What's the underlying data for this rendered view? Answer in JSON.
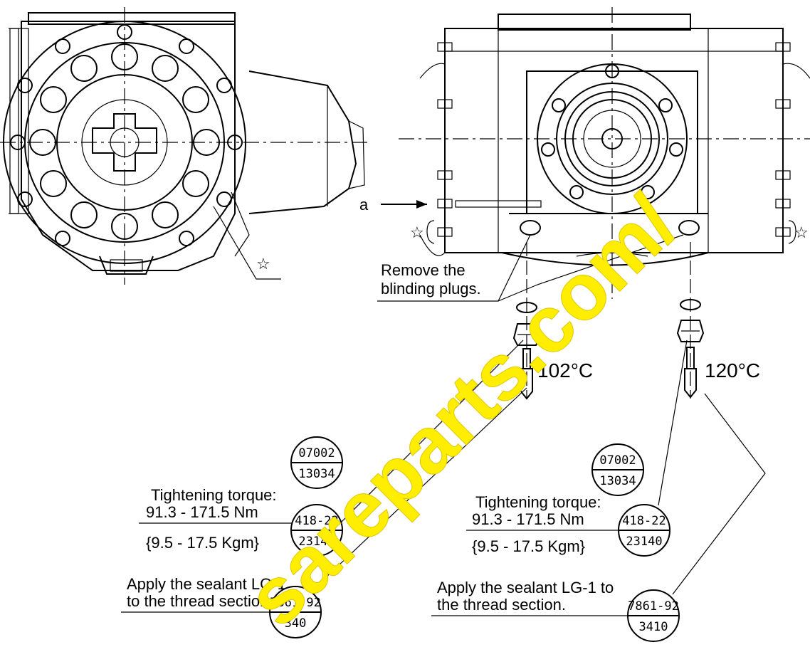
{
  "labels": {
    "arrow_a": "a",
    "star": "☆",
    "remove_line1": "Remove the",
    "remove_line2": "blinding plugs.",
    "temp_left": "102°C",
    "temp_right": "120°C",
    "torque_title": "Tightening torque:",
    "torque_nm": "91.3 - 171.5 Nm",
    "torque_kgm": "{9.5 - 17.5 Kgm}",
    "sealant_line1": "Apply the sealant LG-1",
    "sealant_line1_right": "Apply the sealant LG-1 to",
    "sealant_line2_left": "to the thread section.",
    "sealant_line2_right": "the thread section."
  },
  "part_numbers": {
    "washer_top": "07002",
    "washer_bottom": "13034",
    "plug_top": "418-22",
    "plug_bottom": "23140",
    "sensor_top": "7861-92",
    "sensor_bottom": "3410",
    "sensor_bottom_left": "340"
  },
  "watermark": "sareparts.com/",
  "colors": {
    "line": "#000000",
    "watermark": "#ffee00"
  }
}
